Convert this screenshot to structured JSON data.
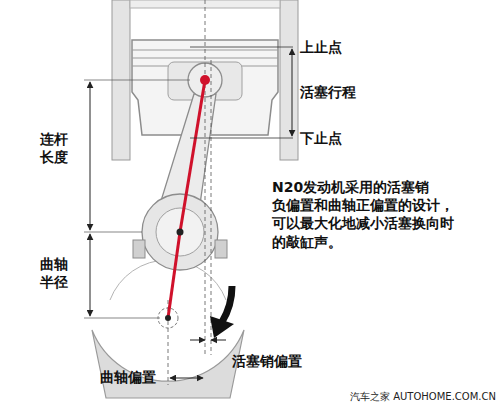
{
  "diagram": {
    "labels": [
      "上止点",
      "活塞行程",
      "下止点",
      "连杆 长度",
      "曲轴 半径",
      "N20发动机采用的活塞销 负偏置和曲轴正偏置的设计， 可以最大化地减小活塞换向时 的敲缸声。",
      "活塞销偏置",
      "曲轴偏置",
      "汽车之家 AUTOHOME.COM.CN"
    ]
  }
}
